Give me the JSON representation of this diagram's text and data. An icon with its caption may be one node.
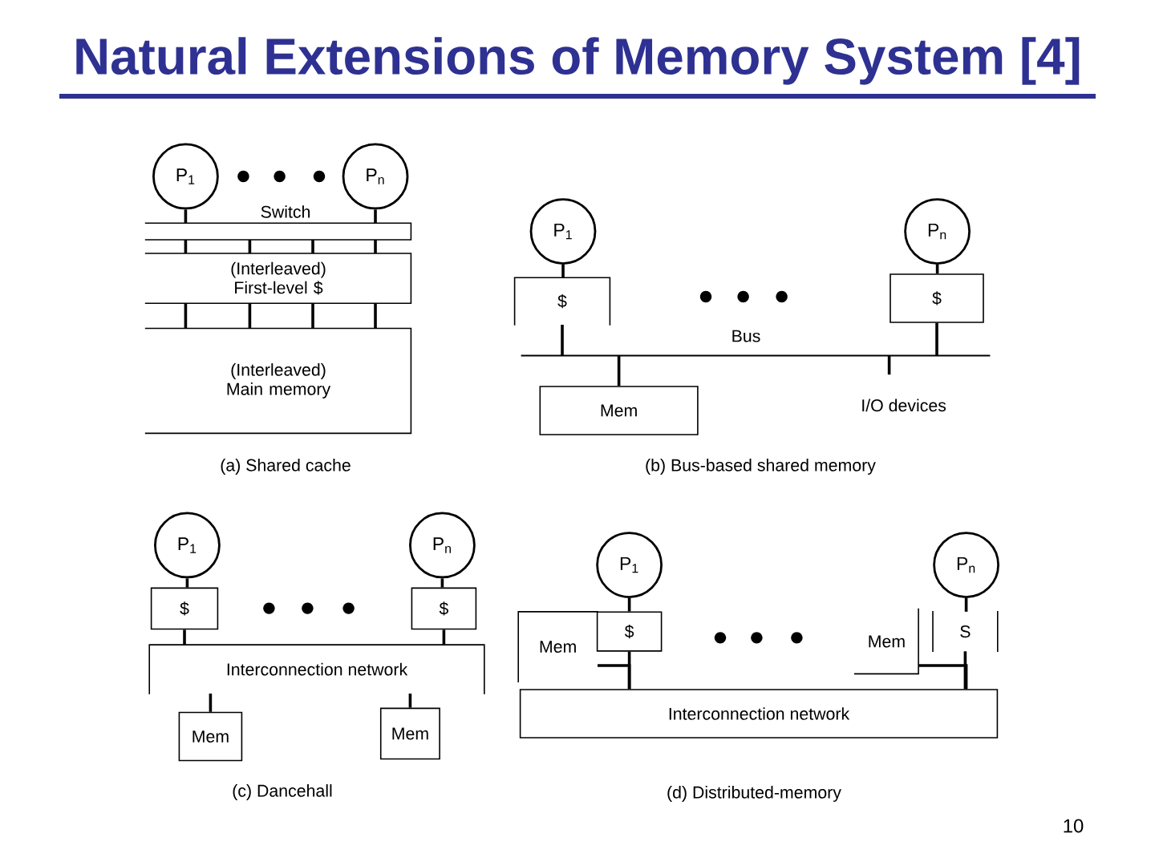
{
  "diagram": {
    "title": "Natural Extensions of Memory System [4]",
    "nodes": [
      {
        "text": [
          "P$_{1}$"
        ]
      },
      {
        "text": [
          "P$_{n}$"
        ]
      },
      {
        "text": [
          "Switch"
        ]
      },
      {
        "text": [
          "(Interleaved) First-level $"
        ]
      },
      {
        "text": [
          "(Interleaved) Main memory"
        ]
      },
      {
        "text": [
          "P$_{1}$"
        ]
      },
      {
        "text": [
          "P$_{n}$"
        ]
      },
      {
        "text": [
          "$"
        ]
      },
      {
        "text": [
          "$"
        ]
      },
      {
        "text": [
          "Bus"
        ]
      },
      {
        "text": [
          "Mem"
        ]
      },
      {
        "text": [
          "I/O devices"
        ]
      },
      {
        "text": [
          "P$_{1}$"
        ]
      },
      {
        "text": [
          "P$_{n}$"
        ]
      },
      {
        "text": [
          "$"
        ]
      },
      {
        "text": [
          "$"
        ]
      },
      {
        "text": [
          "Interconnection network"
        ]
      },
      {
        "text": [
          "Mem"
        ]
      },
      {
        "text": [
          "Mem"
        ]
      },
      {
        "text": [
          "P$_{1}$"
        ]
      },
      {
        "text": [
          "P$_{n}$"
        ]
      },
      {
        "text": [
          "Mem"
        ]
      },
      {
        "text": [
          "$"
        ]
      },
      {
        "text": [
          "Mem"
        ]
      },
      {
        "text": [
          "S"
        ]
      },
      {
        "text": [
          "Interconnection network"
        ]
      }
    ],
    "edges": [
      {
        "from": 0,
        "to": 2,
        "arrow": "none"
      },
      {
        "from": 1,
        "to": 2,
        "arrow": "none"
      },
      {
        "from": 2,
        "to": 3,
        "arrow": "none"
      },
      {
        "from": 2,
        "to": 3,
        "arrow": "none"
      },
      {
        "from": 2,
        "to": 3,
        "arrow": "none"
      },
      {
        "from": 2,
        "to": 3,
        "arrow": "none"
      },
      {
        "from": 3,
        "to": 4,
        "arrow": "none"
      },
      {
        "from": 3,
        "to": 4,
        "arrow": "none"
      },
      {
        "from": 3,
        "to": 4,
        "arrow": "none"
      },
      {
        "from": 3,
        "to": 4,
        "arrow": "none"
      },
      {
        "from": 5,
        "to": 7,
        "arrow": "none"
      },
      {
        "from": 6,
        "to": 8,
        "arrow": "none"
      },
      {
        "from": 7,
        "to": 9,
        "arrow": "none"
      },
      {
        "from": 8,
        "to": 9,
        "arrow": "none"
      },
      {
        "from": 9,
        "to": 10,
        "arrow": "none"
      },
      {
        "from": 9,
        "to": 11,
        "arrow": "none"
      },
      {
        "from": 12,
        "to": 14,
        "arrow": "none"
      },
      {
        "from": 13,
        "to": 15,
        "arrow": "none"
      },
      {
        "from": 14,
        "to": 16,
        "arrow": "none"
      },
      {
        "from": 15,
        "to": 16,
        "arrow": "none"
      },
      {
        "from": 16,
        "to": 17,
        "arrow": "none"
      },
      {
        "from": 16,
        "to": 18,
        "arrow": "none"
      },
      {
        "from": 19,
        "to": 22,
        "arrow": "none"
      },
      {
        "from": 20,
        "to": 24,
        "arrow": "none"
      },
      {
        "from": 22,
        "to": 25,
        "arrow": "none"
      },
      {
        "from": 24,
        "to": 25,
        "arrow": "none"
      },
      {
        "from": 21,
        "to": 25,
        "arrow": "none"
      },
      {
        "from": 23,
        "to": 25,
        "arrow": "none"
      }
    ],
    "labels": [
      "(a) Shared cache",
      "(b) Bus-based shared memory",
      "(c) Dancehall",
      "(d) Distributed-memory",
      "10"
    ]
  }
}
